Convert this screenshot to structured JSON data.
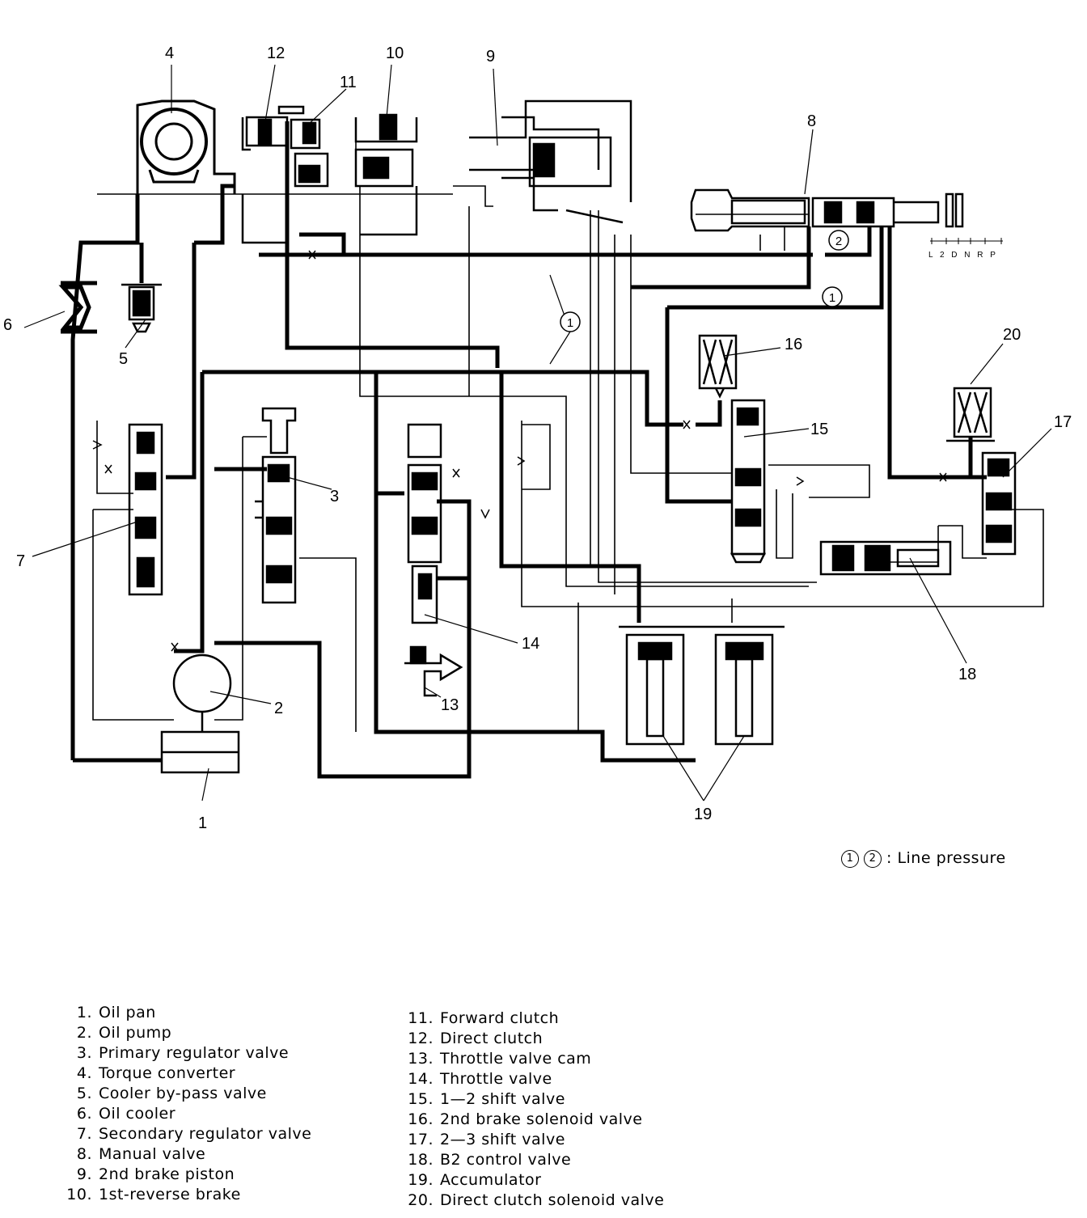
{
  "callouts": {
    "c1": "1",
    "c2": "2",
    "c3": "3",
    "c4": "4",
    "c5": "5",
    "c6": "6",
    "c7": "7",
    "c8": "8",
    "c9": "9",
    "c10": "10",
    "c11": "11",
    "c12": "12",
    "c13": "13",
    "c14": "14",
    "c15": "15",
    "c16": "16",
    "c17": "17",
    "c18": "18",
    "c19": "19",
    "c20": "20"
  },
  "circled_markers": {
    "m1": "1",
    "m2": "2"
  },
  "manual_positions": "L 2 D N R P",
  "line_pressure_note": {
    "mark1": "1",
    "mark2": "2",
    "text": ": Line pressure"
  },
  "legend": {
    "left": [
      {
        "num": "1.",
        "label": "Oil pan"
      },
      {
        "num": "2.",
        "label": "Oil pump"
      },
      {
        "num": "3.",
        "label": "Primary regulator valve"
      },
      {
        "num": "4.",
        "label": "Torque converter"
      },
      {
        "num": "5.",
        "label": "Cooler by-pass valve"
      },
      {
        "num": "6.",
        "label": "Oil cooler"
      },
      {
        "num": "7.",
        "label": "Secondary regulator valve"
      },
      {
        "num": "8.",
        "label": "Manual valve"
      },
      {
        "num": "9.",
        "label": "2nd brake piston"
      },
      {
        "num": "10.",
        "label": "1st-reverse brake"
      }
    ],
    "right": [
      {
        "num": "11.",
        "label": "Forward clutch"
      },
      {
        "num": "12.",
        "label": "Direct clutch"
      },
      {
        "num": "13.",
        "label": "Throttle valve cam"
      },
      {
        "num": "14.",
        "label": "Throttle valve"
      },
      {
        "num": "15.",
        "label": "1—2 shift valve"
      },
      {
        "num": "16.",
        "label": "2nd brake solenoid valve"
      },
      {
        "num": "17.",
        "label": "2—3 shift valve"
      },
      {
        "num": "18.",
        "label": "B2 control valve"
      },
      {
        "num": "19.",
        "label": "Accumulator"
      },
      {
        "num": "20.",
        "label": "Direct clutch solenoid valve"
      }
    ]
  }
}
